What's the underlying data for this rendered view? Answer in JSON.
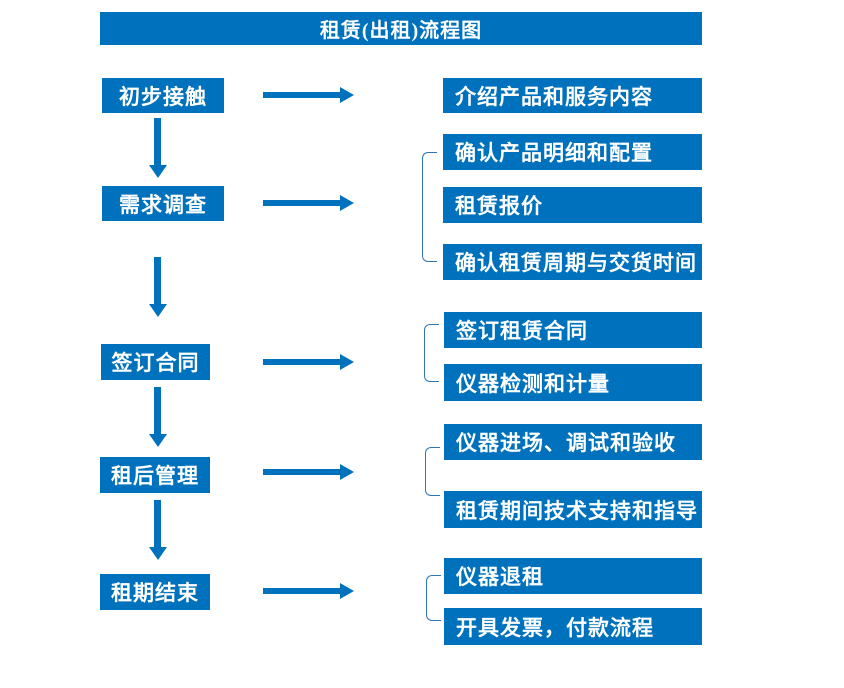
{
  "title": "租赁(出租)流程图",
  "colors": {
    "primary_blue": "#0071BC",
    "bracket_blue": "#2E75B6",
    "text_white": "#FFFFFF",
    "background": "#FFFFFF"
  },
  "flow": {
    "steps": [
      {
        "label": "初步接触",
        "outputs": [
          "介绍产品和服务内容"
        ]
      },
      {
        "label": "需求调查",
        "outputs": [
          "确认产品明细和配置",
          "租赁报价",
          "确认租赁周期与交货时间"
        ]
      },
      {
        "label": "签订合同",
        "outputs": [
          "签订租赁合同",
          "仪器检测和计量"
        ]
      },
      {
        "label": "租后管理",
        "outputs": [
          "仪器进场、调试和验收",
          "租赁期间技术支持和指导"
        ]
      },
      {
        "label": "租期结束",
        "outputs": [
          "仪器退租",
          "开具发票，付款流程"
        ]
      }
    ]
  }
}
